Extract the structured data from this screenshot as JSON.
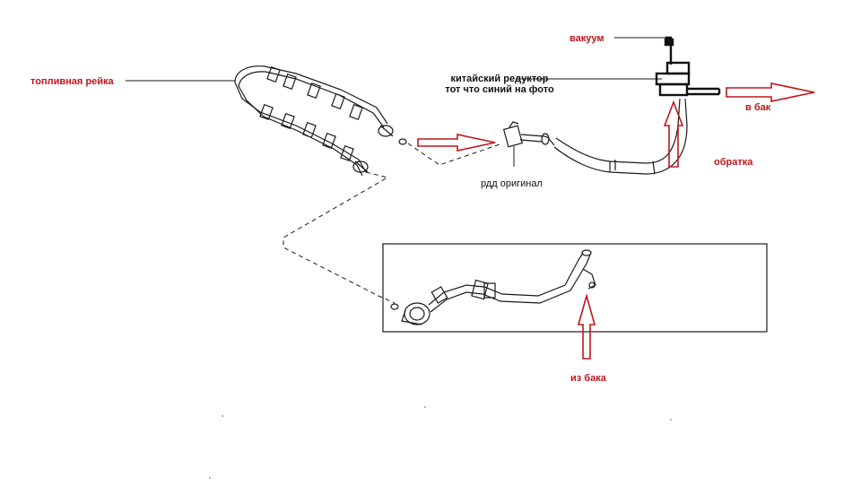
{
  "colors": {
    "accent": "#c0161b",
    "line": "#1a1a1a"
  },
  "labels": {
    "fuel_rail": "топливная рейка",
    "vacuum": "вакуум",
    "chinese_regulator_line1": "китайский редуктор",
    "chinese_regulator_line2": "тот что синий на фото",
    "to_tank": "в бак",
    "return": "обратка",
    "original_regulator": "рдд оригинал",
    "from_tank": "из бака"
  }
}
